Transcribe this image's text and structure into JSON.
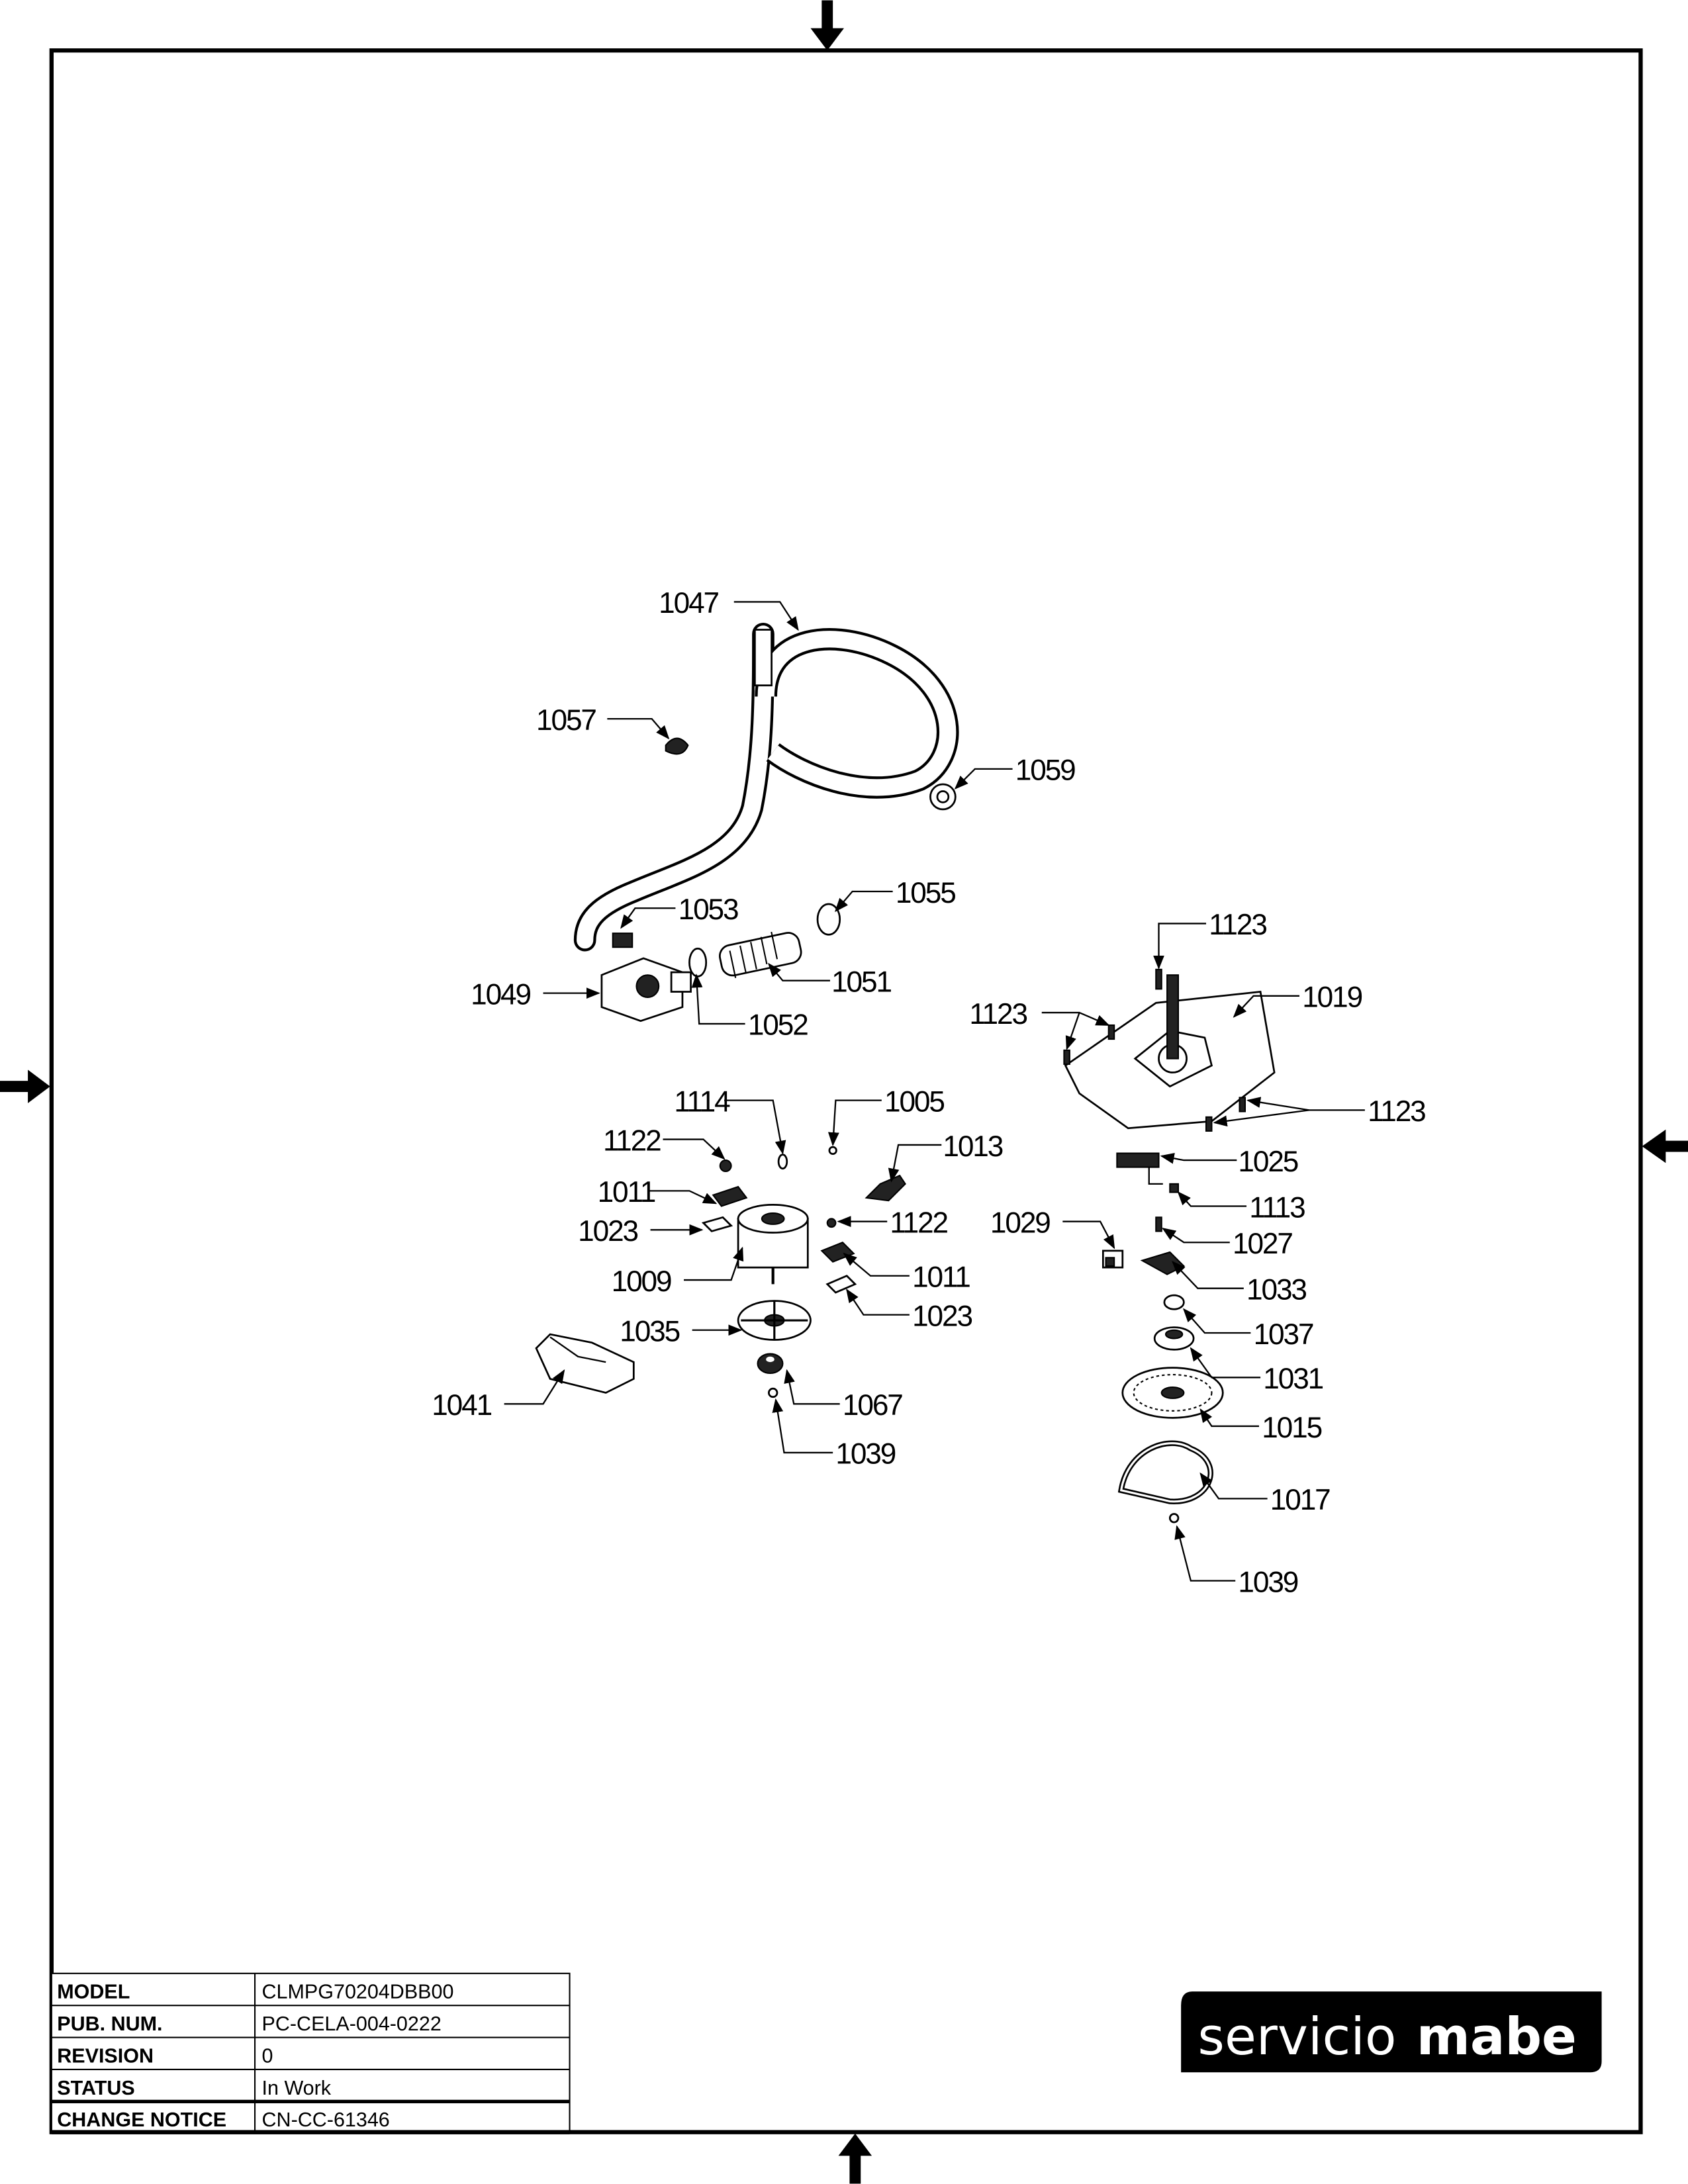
{
  "title_block": {
    "rows": [
      {
        "label": "MODEL",
        "value": "CLMPG70204DBB00"
      },
      {
        "label": "PUB. NUM.",
        "value": "PC-CELA-004-0222"
      },
      {
        "label": "REVISION",
        "value": "0"
      },
      {
        "label": "STATUS",
        "value": "In Work"
      },
      {
        "label": "CHANGE NOTICE",
        "value": "CN-CC-61346"
      }
    ]
  },
  "logo": {
    "text_light": "servicio",
    "text_bold": "mabe"
  },
  "callouts": {
    "c1047": "1047",
    "c1057": "1057",
    "c1059": "1059",
    "c1055": "1055",
    "c1053": "1053",
    "c1051": "1051",
    "c1049": "1049",
    "c1052": "1052",
    "c1123a": "1123",
    "c1019": "1019",
    "c1123b": "1123",
    "c1123c": "1123",
    "c1114": "1114",
    "c1005": "1005",
    "c1122a": "1122",
    "c1013": "1013",
    "c1011a": "1011",
    "c1023a": "1023",
    "c1122b": "1122",
    "c1009": "1009",
    "c1011b": "1011",
    "c1023b": "1023",
    "c1035": "1035",
    "c1041": "1041",
    "c1067": "1067",
    "c1039a": "1039",
    "c1025": "1025",
    "c1113": "1113",
    "c1029": "1029",
    "c1027": "1027",
    "c1033": "1033",
    "c1037": "1037",
    "c1031": "1031",
    "c1015": "1015",
    "c1017": "1017",
    "c1039b": "1039"
  }
}
